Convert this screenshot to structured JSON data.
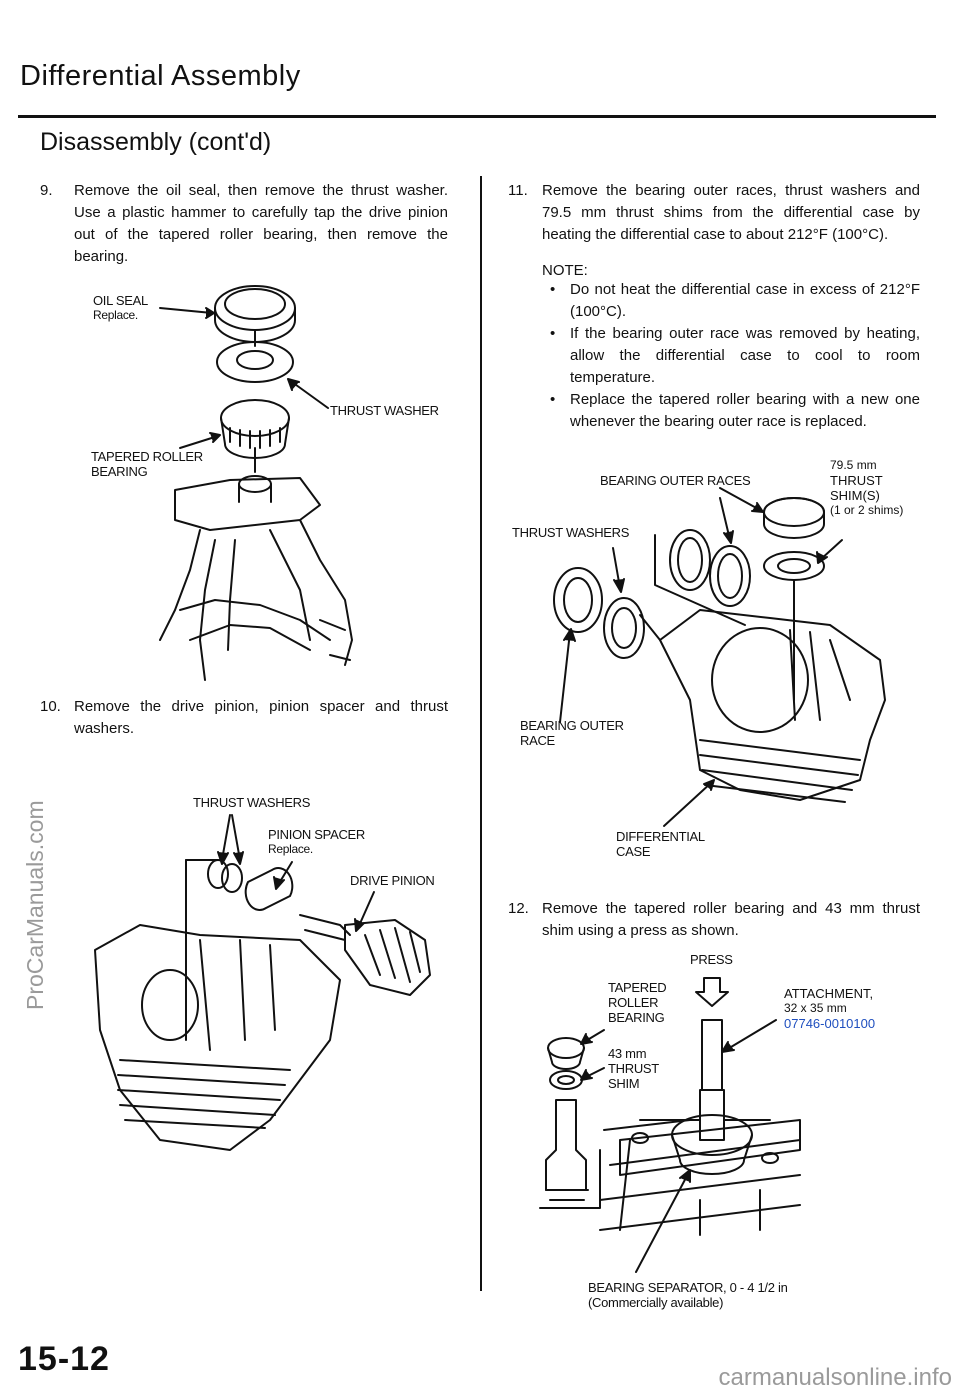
{
  "header": {
    "title": "Differential Assembly",
    "subtitle": "Disassembly (cont'd)"
  },
  "steps": [
    {
      "number": "9.",
      "text": "Remove the oil seal, then remove the thrust washer. Use a plastic hammer to carefully tap the drive pinion out of the tapered roller bearing, then remove the bearing."
    },
    {
      "number": "10.",
      "text": "Remove the drive pinion, pinion spacer and thrust washers."
    },
    {
      "number": "11.",
      "text": "Remove the bearing outer races, thrust washers and 79.5 mm thrust shims from the differential case by heating the differential case to about 212°F (100°C)."
    },
    {
      "number": "12.",
      "text": "Remove the tapered roller bearing and 43 mm thrust shim using a press as shown."
    }
  ],
  "note": {
    "title": "NOTE:",
    "items": [
      "Do not heat the differential case in excess of 212°F (100°C).",
      "If the bearing outer race was removed by heating, allow the differential case to cool to room temperature.",
      "Replace the tapered roller bearing with a new one whenever the bearing outer race is replaced."
    ]
  },
  "figure1": {
    "oil_seal": "OIL SEAL",
    "oil_seal_sub": "Replace.",
    "thrust_washer": "THRUST WASHER",
    "tapered_roller": "TAPERED ROLLER",
    "bearing": "BEARING"
  },
  "figure2": {
    "thrust_washers": "THRUST WASHERS",
    "pinion_spacer": "PINION SPACER",
    "pinion_spacer_sub": "Replace.",
    "drive_pinion": "DRIVE PINION"
  },
  "figure3": {
    "shim_size": "79.5 mm",
    "thrust": "THRUST",
    "shims": "SHIM(S)",
    "shims_sub": "(1 or 2 shims)",
    "bearing_outer_races": "BEARING OUTER RACES",
    "thrust_washers": "THRUST WASHERS",
    "bearing_outer": "BEARING OUTER",
    "race": "RACE",
    "differential": "DIFFERENTIAL",
    "case": "CASE"
  },
  "figure4": {
    "press": "PRESS",
    "tapered": "TAPERED",
    "roller": "ROLLER",
    "bearing": "BEARING",
    "attachment": "ATTACHMENT,",
    "attachment_size": "32 x 35 mm",
    "attachment_part": "07746-0010100",
    "shim_size": "43 mm",
    "thrust": "THRUST",
    "shim": "SHIM",
    "separator": "BEARING SEPARATOR, 0 - 4 1/2 in",
    "separator_sub": "(Commercially available)"
  },
  "footer": {
    "page_number": "15-12",
    "watermark_left": "ProCarManuals.com",
    "watermark_bottom": "carmanualsonline.info"
  },
  "colors": {
    "ink": "#111111",
    "part_number_blue": "#1f4fbf",
    "watermark_gray": "#9a9a9a"
  }
}
